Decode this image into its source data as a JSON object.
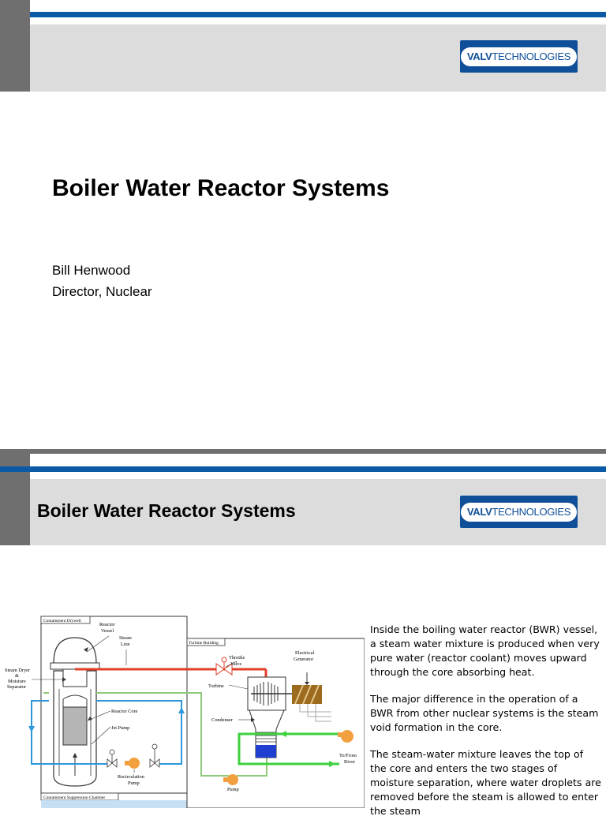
{
  "slide1": {
    "logo": {
      "valv": "VALV",
      "tech": "TECHNOLOGIES"
    },
    "title": "Boiler Water Reactor Systems",
    "author": "Bill Henwood",
    "role": "Director,  Nuclear"
  },
  "slide2": {
    "logo": {
      "valv": "VALV",
      "tech": "TECHNOLOGIES"
    },
    "title": "Boiler Water Reactor Systems",
    "diagram": {
      "containment_drywell": "Containment Drywell",
      "reactor_vessel_1": "Reactor",
      "reactor_vessel_2": "Vessel",
      "steam_line_1": "Steam",
      "steam_line_2": "Line",
      "steam_dryer_1": "Steam Dryer",
      "steam_dryer_2": "&",
      "steam_dryer_3": "Moisture",
      "steam_dryer_4": "Separator",
      "reactor_core": "Reactor Core",
      "jet_pump": "Jet Pump",
      "recirc_pump_1": "Recirculation",
      "recirc_pump_2": "Pump",
      "containment_suppression": "Containment Suppression Chamber",
      "turbine_building": "Turbine Building",
      "throttle_valve_1": "Throttle",
      "throttle_valve_2": "Valve",
      "electrical_generator_1": "Electrical",
      "electrical_generator_2": "Generator",
      "turbine": "Turbine",
      "condenser": "Condenser",
      "pump": "Pump",
      "to_from_river_1": "To/From",
      "to_from_river_2": "River"
    },
    "paragraphs": [
      "Inside the boiling water reactor (BWR) vessel, a steam water mixture is produced when very pure water (reactor coolant) moves upward through the core absorbing heat.",
      "The major difference in the operation of a BWR from other nuclear systems is the steam void formation in the core.",
      " The steam-water mixture leaves the top of the core and enters the two stages of moisture separation, where water droplets are removed before the steam is allowed to enter the steam"
    ]
  }
}
